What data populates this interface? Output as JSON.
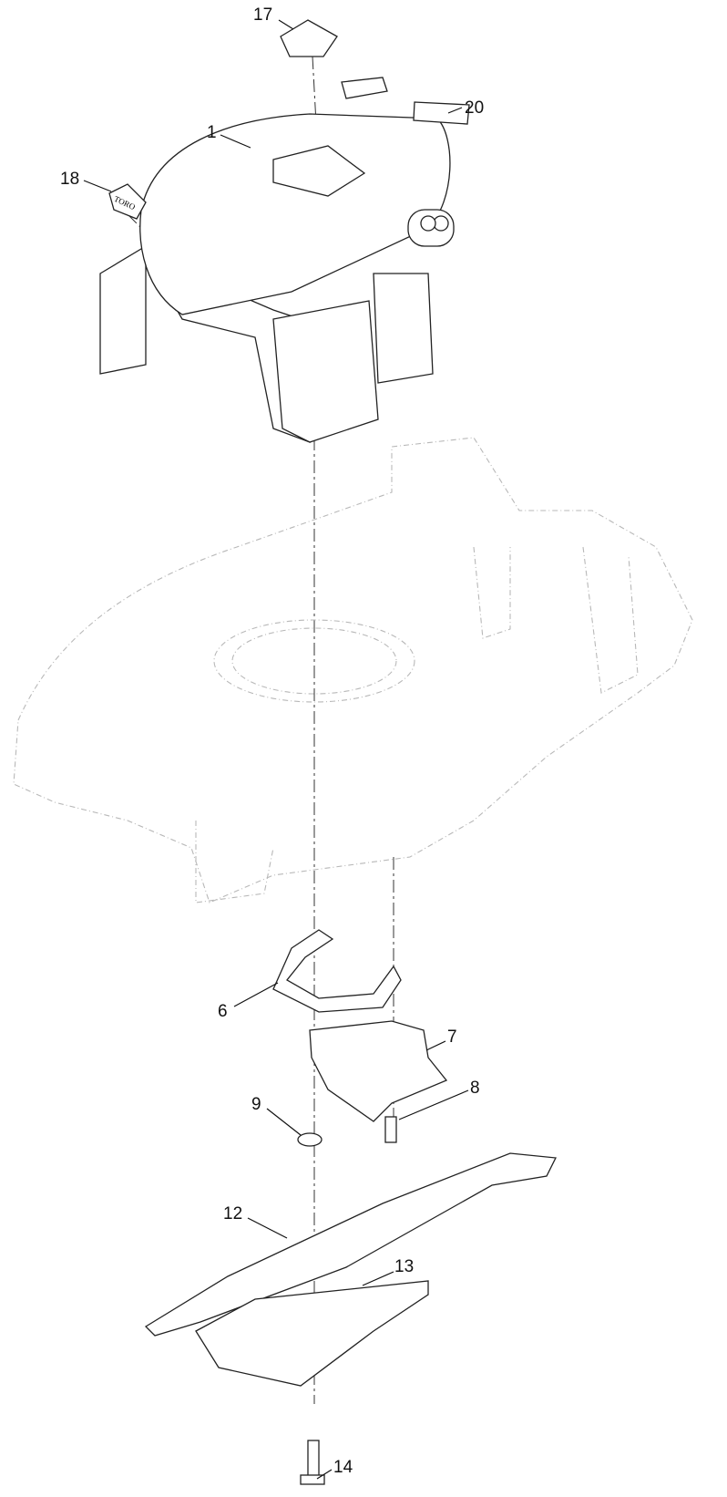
{
  "diagram": {
    "callouts": [
      {
        "id": "17",
        "label": "17"
      },
      {
        "id": "20",
        "label": "20"
      },
      {
        "id": "1",
        "label": "1"
      },
      {
        "id": "18",
        "label": "18"
      },
      {
        "id": "6",
        "label": "6"
      },
      {
        "id": "7",
        "label": "7"
      },
      {
        "id": "8",
        "label": "8"
      },
      {
        "id": "9",
        "label": "9"
      },
      {
        "id": "12",
        "label": "12"
      },
      {
        "id": "13",
        "label": "13"
      },
      {
        "id": "14",
        "label": "14"
      }
    ],
    "decal_logo_text": "TORO",
    "colors": {
      "line": "#222222",
      "ghost": "#b8b8b8",
      "background": "#ffffff"
    }
  }
}
